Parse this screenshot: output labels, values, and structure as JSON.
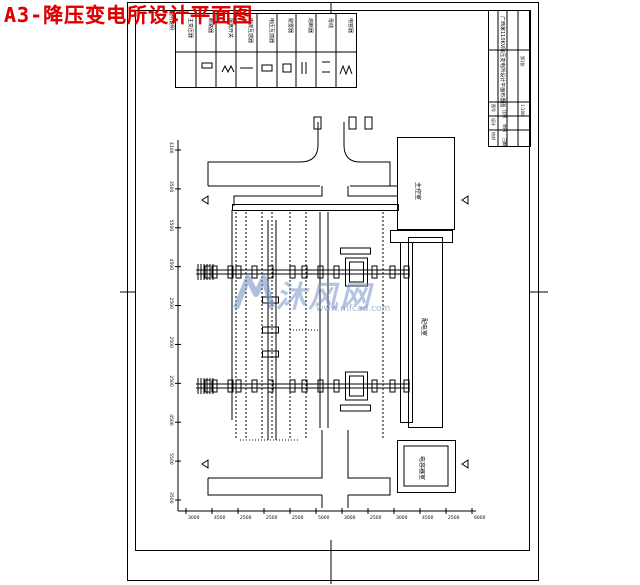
{
  "title": "A3-降压变电所设计平面图",
  "legend": {
    "header": "图例说明",
    "items": [
      "主变压器",
      "断路器",
      "隔离开关",
      "电流互感器",
      "电压互感器",
      "避雷器",
      "熔断器",
      "母线",
      "电容器"
    ]
  },
  "title_block": {
    "project": "广西某110KV降压变电所设计平面布置图",
    "rows": [
      "图号",
      "比例",
      "设计",
      "审核",
      "校对",
      "日期"
    ],
    "scale": "1:100",
    "sheet": "第1张"
  },
  "rooms": {
    "main_control": "主控室",
    "distribution": "配电室",
    "capacitor": "电容器室"
  },
  "dims_left": [
    "4100",
    "3500",
    "5500",
    "4500",
    "2500",
    "2500",
    "2500",
    "4500",
    "5500",
    "3500"
  ],
  "dims_bottom": [
    "3000",
    "4500",
    "2500",
    "2500",
    "2500",
    "5000",
    "3000",
    "2500",
    "3000",
    "4500",
    "2500",
    "6000"
  ],
  "watermark": {
    "name": "沐风网",
    "url": "www.mfcad.com"
  },
  "colors": {
    "title": "#e00000",
    "line": "#000000",
    "watermark": "#7896c8"
  }
}
